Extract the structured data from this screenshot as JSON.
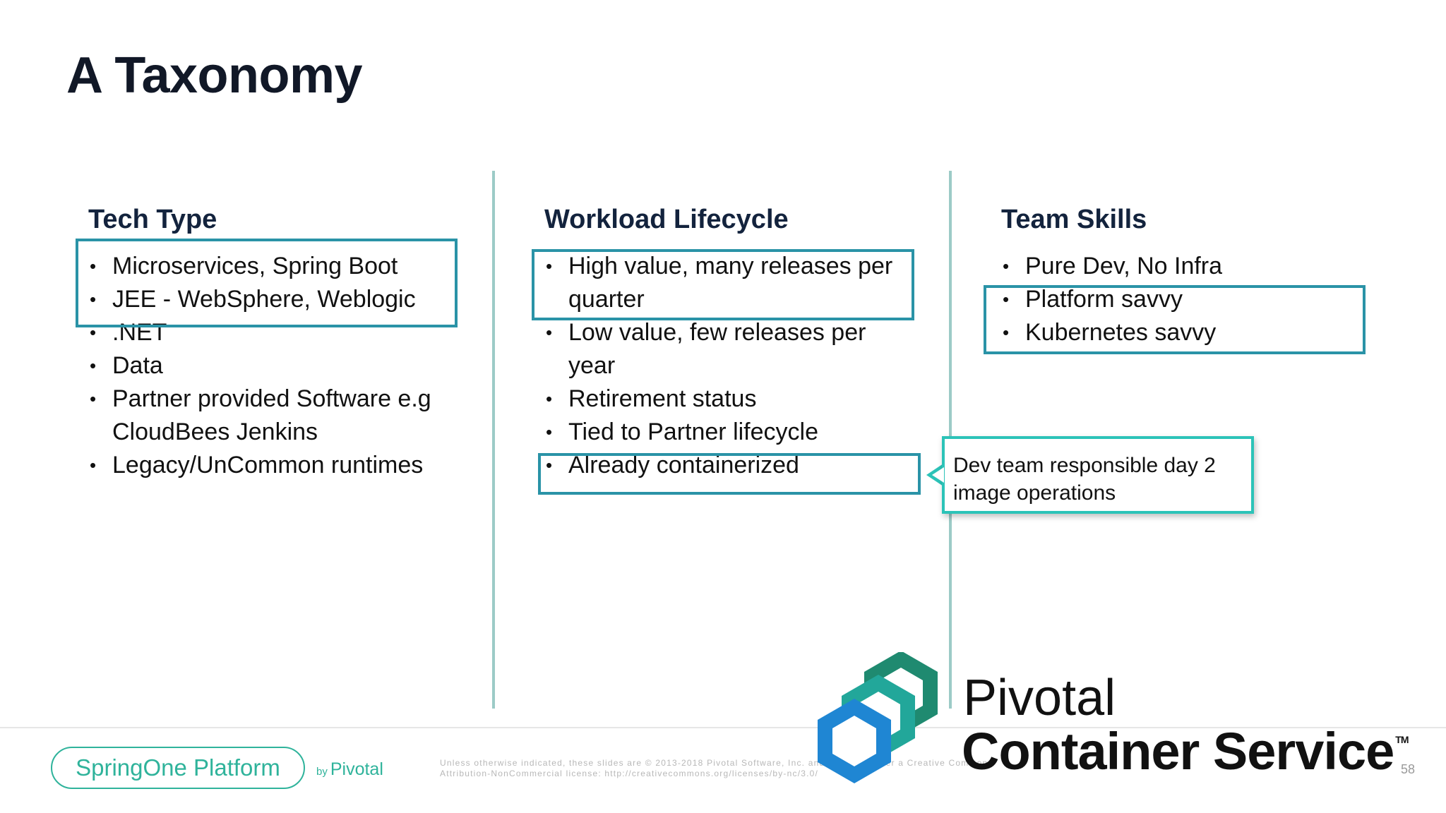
{
  "slide": {
    "title": "A Taxonomy",
    "page_number": "58"
  },
  "columns": [
    {
      "heading": "Tech Type",
      "items": [
        [
          "Microservices, Spring Boot"
        ],
        [
          "JEE - WebSphere, Weblogic"
        ],
        [
          ".NET"
        ],
        [
          "Data"
        ],
        [
          "Partner provided Software e.g",
          "CloudBees Jenkins"
        ],
        [
          "Legacy/UnCommon runtimes"
        ]
      ]
    },
    {
      "heading": "Workload Lifecycle",
      "items": [
        [
          "High value, many releases per",
          "quarter"
        ],
        [
          "Low value, few releases per",
          "year"
        ],
        [
          "Retirement status"
        ],
        [
          "Tied to Partner lifecycle"
        ],
        [
          "Already containerized"
        ]
      ]
    },
    {
      "heading": "Team Skills",
      "items": [
        [
          "Pure Dev, No Infra"
        ],
        [
          "Platform savvy"
        ],
        [
          "Kubernetes savvy"
        ]
      ]
    }
  ],
  "callout": {
    "line1": "Dev team responsible day 2",
    "line2": "image operations"
  },
  "footer": {
    "brand": "SpringOne Platform",
    "by_prefix": "by",
    "by_name": "Pivotal",
    "legal_line1": "Unless otherwise indicated, these slides are © 2013-2018 Pivotal Software, Inc. and licensed under a Creative Commons",
    "legal_line2": "Attribution-NonCommercial license: http://creativecommons.org/licenses/by-nc/3.0/"
  },
  "logo": {
    "line1": "Pivotal",
    "line2": "Container Service",
    "trademark": "TM"
  },
  "colors": {
    "highlight_box": "#2a93a7",
    "callout_border": "#2cc3b8",
    "brand_teal": "#2fb39b",
    "divider": "#9ccbc7"
  }
}
